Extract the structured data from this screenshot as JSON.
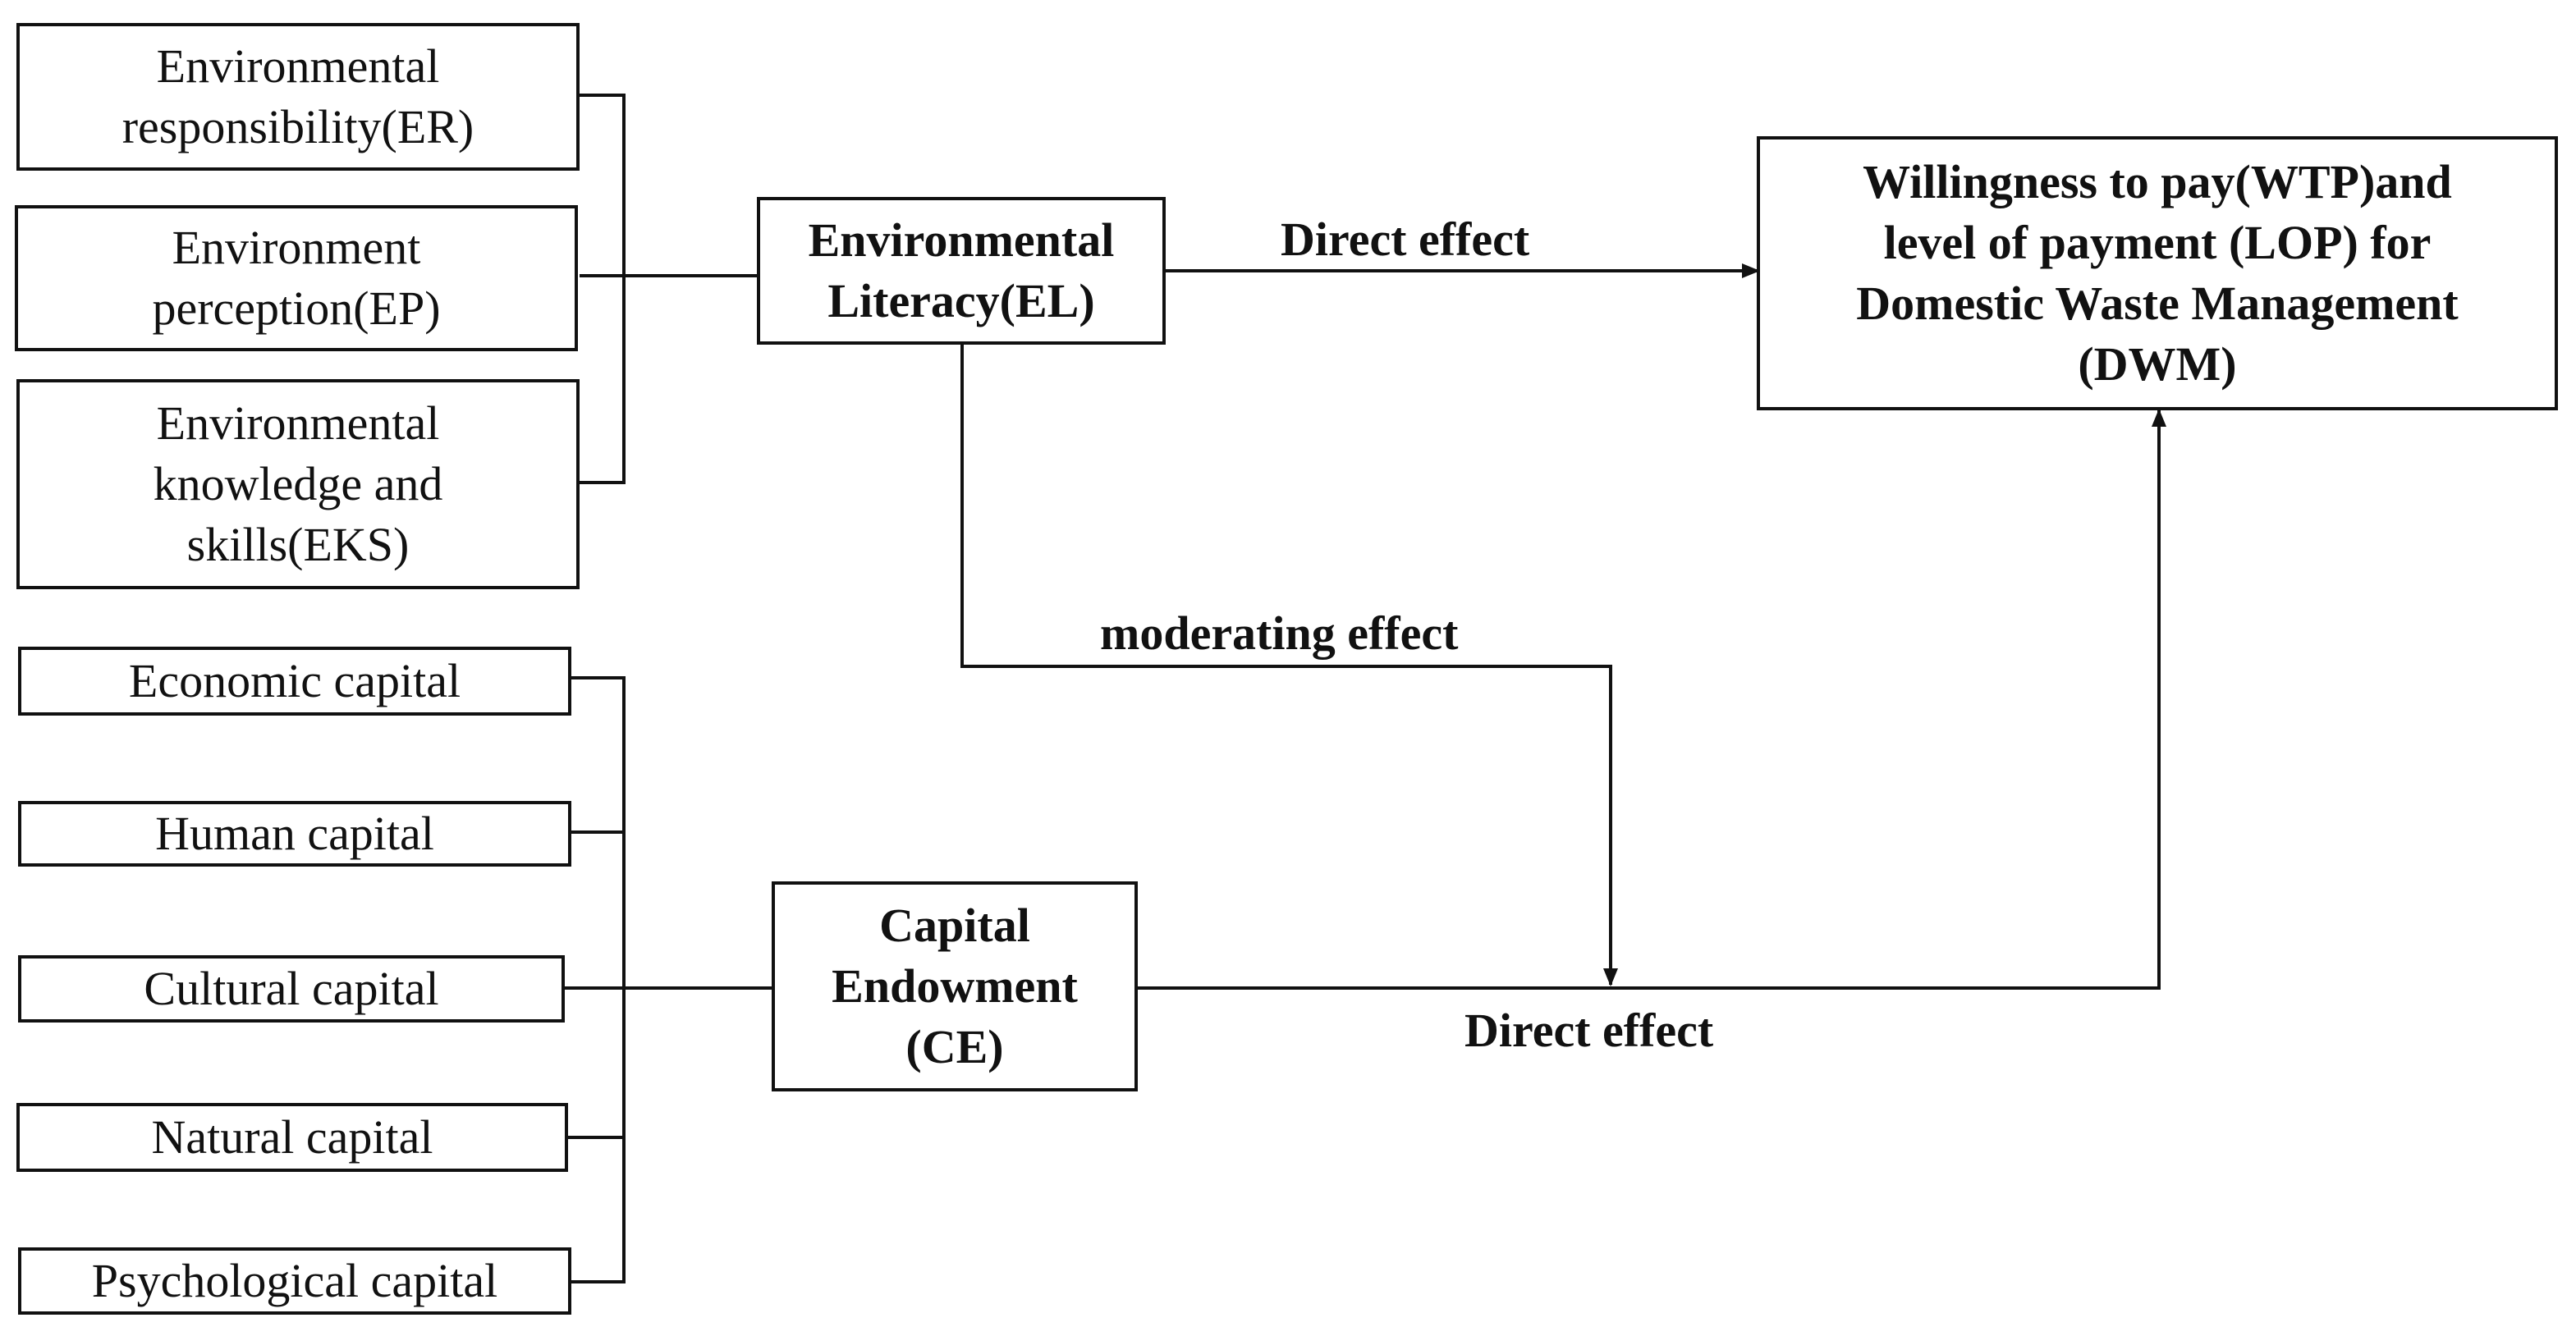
{
  "indicators_el": [
    {
      "lines": [
        "Environmental",
        "responsibility(ER)"
      ]
    },
    {
      "lines": [
        "Environment",
        "perception(EP)"
      ]
    },
    {
      "lines": [
        "Environmental",
        "knowledge and",
        "skills(EKS)"
      ]
    }
  ],
  "indicators_ce": [
    {
      "lines": [
        "Economic capital"
      ]
    },
    {
      "lines": [
        "Human capital"
      ]
    },
    {
      "lines": [
        "Cultural capital"
      ]
    },
    {
      "lines": [
        "Natural capital"
      ]
    },
    {
      "lines": [
        "Psychological capital"
      ]
    }
  ],
  "el_node": {
    "lines": [
      "Environmental",
      "Literacy(EL)"
    ]
  },
  "ce_node": {
    "lines": [
      "Capital",
      "Endowment",
      "(CE)"
    ]
  },
  "outcome_node": {
    "lines": [
      "Willingness to pay(WTP)and",
      "level of payment (LOP) for",
      "Domestic Waste Management",
      "(DWM)"
    ]
  },
  "edge_labels": {
    "direct_effect_top": "Direct effect",
    "moderating_effect": "moderating effect",
    "direct_effect_bottom": "Direct effect"
  }
}
